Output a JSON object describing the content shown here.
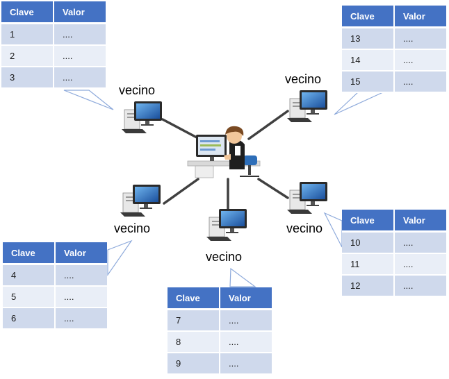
{
  "node_label": "vecino",
  "colors": {
    "header": "#4472c4",
    "row_dark": "#cfd9ec",
    "row_light": "#e9eef7",
    "callout_stroke": "#8eaadb",
    "link": "#404040"
  },
  "tables": [
    {
      "id": "top-left",
      "headers": [
        "Clave",
        "Valor"
      ],
      "rows": [
        [
          "1",
          "...."
        ],
        [
          "2",
          "...."
        ],
        [
          "3",
          "...."
        ]
      ]
    },
    {
      "id": "top-right",
      "headers": [
        "Clave",
        "Valor"
      ],
      "rows": [
        [
          "13",
          "...."
        ],
        [
          "14",
          "...."
        ],
        [
          "15",
          "...."
        ]
      ]
    },
    {
      "id": "bottom-left",
      "headers": [
        "Clave",
        "Valor"
      ],
      "rows": [
        [
          "4",
          "...."
        ],
        [
          "5",
          "...."
        ],
        [
          "6",
          "...."
        ]
      ]
    },
    {
      "id": "bottom-center",
      "headers": [
        "Clave",
        "Valor"
      ],
      "rows": [
        [
          "7",
          "...."
        ],
        [
          "8",
          "...."
        ],
        [
          "9",
          "...."
        ]
      ]
    },
    {
      "id": "bottom-right",
      "headers": [
        "Clave",
        "Valor"
      ],
      "rows": [
        [
          "10",
          "...."
        ],
        [
          "11",
          "...."
        ],
        [
          "12",
          "...."
        ]
      ]
    }
  ]
}
